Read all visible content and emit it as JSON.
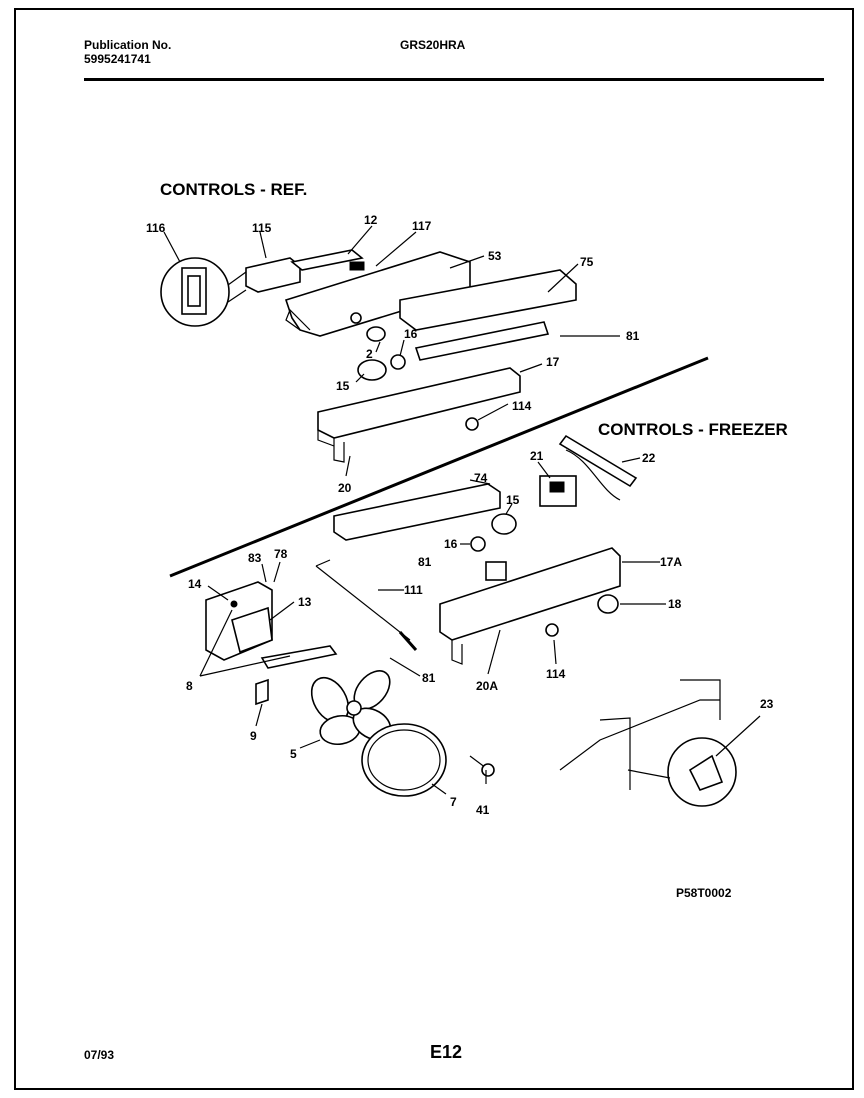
{
  "header": {
    "publication_label": "Publication No.",
    "publication_number": "5995241741",
    "model": "GRS20HRA"
  },
  "sections": {
    "ref_title": "CONTROLS - REF.",
    "freezer_title": "CONTROLS - FREEZER"
  },
  "callouts": {
    "c116": "116",
    "c115": "115",
    "c12": "12",
    "c117": "117",
    "c53": "53",
    "c75": "75",
    "c81a": "81",
    "c2": "2",
    "c16a": "16",
    "c15a": "15",
    "c17": "17",
    "c114a": "114",
    "c20": "20",
    "c22": "22",
    "c21": "21",
    "c74": "74",
    "c15b": "15",
    "c16b": "16",
    "c81b": "81",
    "c17A": "17A",
    "c83": "83",
    "c78": "78",
    "c14": "14",
    "c13": "13",
    "c111": "111",
    "c18": "18",
    "c8": "8",
    "c81c": "81",
    "c20A": "20A",
    "c114b": "114",
    "c9": "9",
    "c5": "5",
    "c7": "7",
    "c41": "41",
    "c23": "23"
  },
  "diagram_code": "P58T0002",
  "footer": {
    "date": "07/93",
    "page": "E12"
  }
}
